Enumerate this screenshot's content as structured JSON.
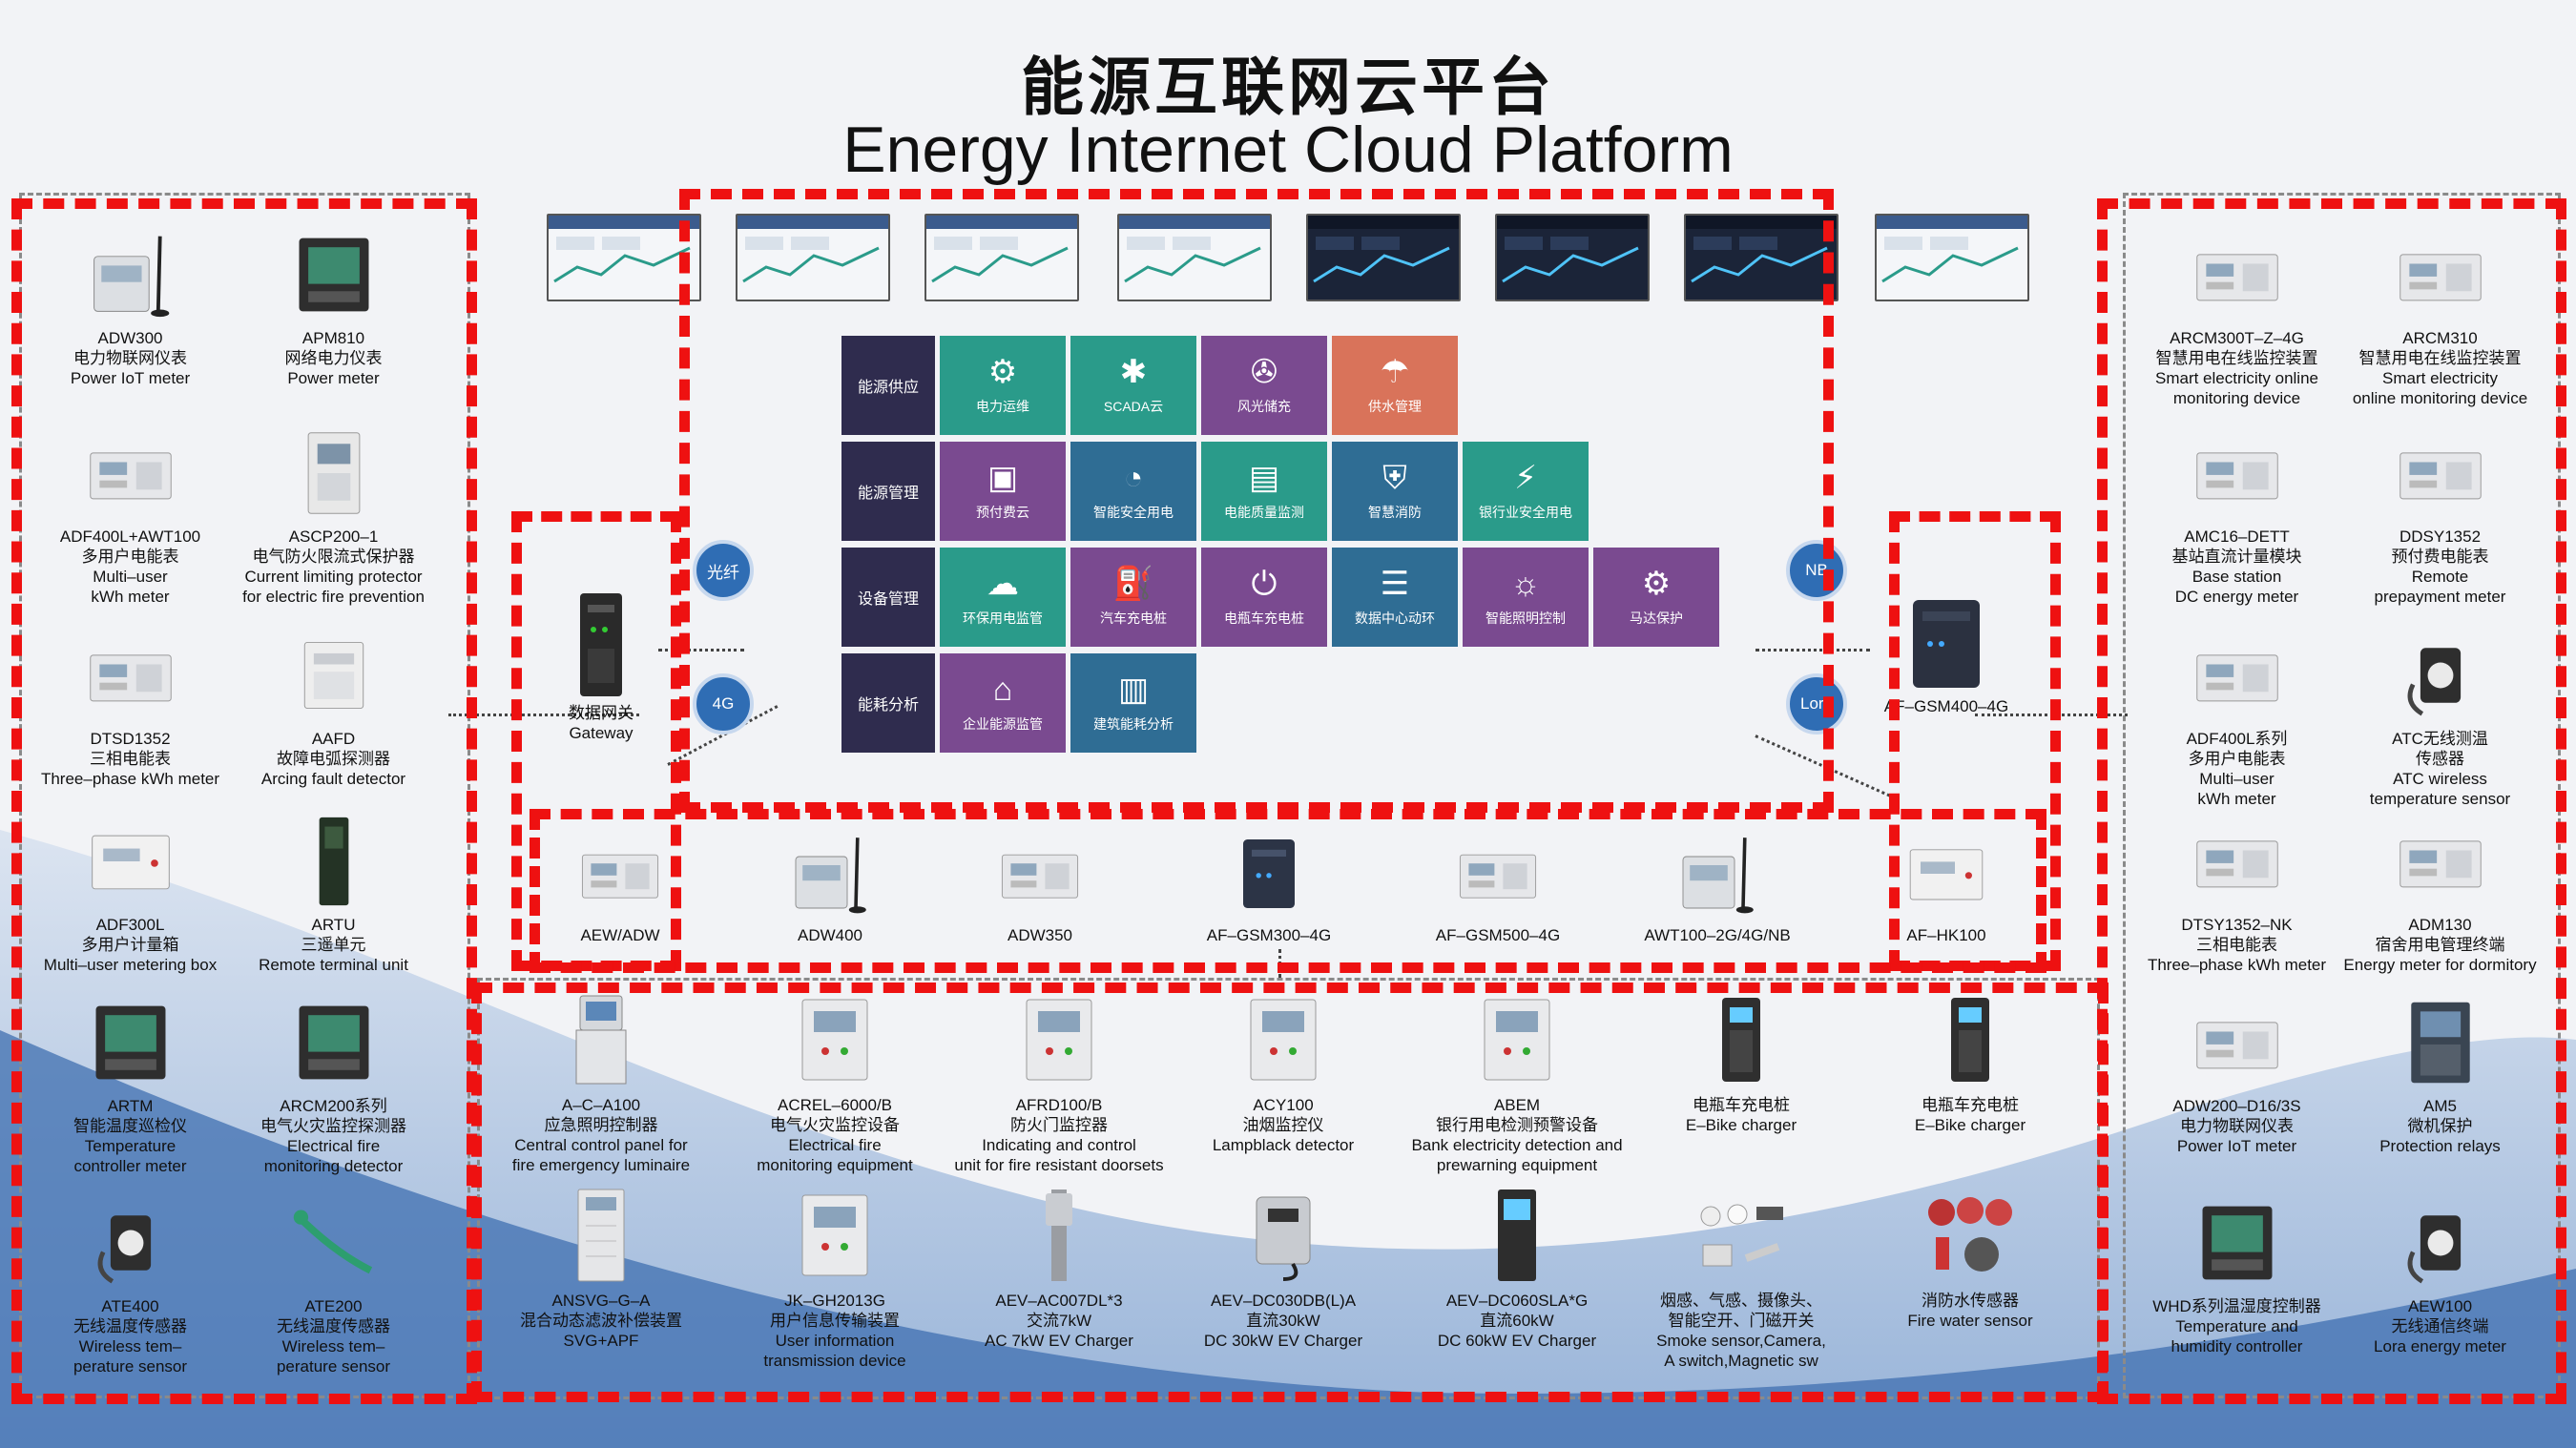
{
  "title": {
    "cn": "能源互联网云平台",
    "en": "Energy Internet Cloud Platform"
  },
  "colors": {
    "red_dash": "#ee1111",
    "tile_teal": "#2a9b8a",
    "tile_purple": "#7a4a90",
    "tile_blue": "#2f6d94",
    "tile_orange": "#d9735a",
    "row_label": "#2f2c4e",
    "circle_blue": "#2f6db4"
  },
  "left_devices": [
    {
      "model": "ADW300",
      "cn": "电力物联网仪表",
      "en": "Power IoT meter",
      "icon": "meter-antenna-icon"
    },
    {
      "model": "APM810",
      "cn": "网络电力仪表",
      "en": "Power meter",
      "icon": "panel-meter-icon"
    },
    {
      "model": "ADF400L+AWT100",
      "cn": "多用户电能表",
      "en": "Multi–user\nkWh meter",
      "icon": "din-meter-icon"
    },
    {
      "model": "ASCP200–1",
      "cn": "电气防火限流式保护器",
      "en": "Current limiting protector\nfor electric fire prevention",
      "icon": "protector-icon"
    },
    {
      "model": "DTSD1352",
      "cn": "三相电能表",
      "en": "Three–phase kWh meter",
      "icon": "din-meter-icon"
    },
    {
      "model": "AAFD",
      "cn": "故障电弧探测器",
      "en": "Arcing fault detector",
      "icon": "detector-icon"
    },
    {
      "model": "ADF300L",
      "cn": "多用户计量箱",
      "en": "Multi–user metering box",
      "icon": "box-icon"
    },
    {
      "model": "ARTU",
      "cn": "三遥单元",
      "en": "Remote terminal unit",
      "icon": "rtu-icon"
    },
    {
      "model": "ARTM",
      "cn": "智能温度巡检仪",
      "en": "Temperature\ncontroller meter",
      "icon": "panel-meter-icon"
    },
    {
      "model": "ARCM200系列",
      "cn": "电气火灾监控探测器",
      "en": "Electrical fire\nmonitoring detector",
      "icon": "panel-meter-icon"
    },
    {
      "model": "ATE400",
      "cn": "无线温度传感器",
      "en": "Wireless tem–\nperature sensor",
      "icon": "sensor-icon"
    },
    {
      "model": "ATE200",
      "cn": "无线温度传感器",
      "en": "Wireless tem–\nperature sensor",
      "icon": "sensor-strap-icon"
    }
  ],
  "right_devices": [
    {
      "model": "ARCM300T–Z–4G",
      "cn": "智慧用电在线监控装置",
      "en": "Smart electricity online\nmonitoring device",
      "icon": "din-meter-icon"
    },
    {
      "model": "ARCM310",
      "cn": "智慧用电在线监控装置",
      "en": "Smart electricity\nonline monitoring device",
      "icon": "din-meter-icon"
    },
    {
      "model": "AMC16–DETT",
      "cn": "基站直流计量模块",
      "en": "Base station\nDC energy meter",
      "icon": "din-meter-icon"
    },
    {
      "model": "DDSY1352",
      "cn": "预付费电能表",
      "en": "Remote\nprepayment meter",
      "icon": "din-meter-icon"
    },
    {
      "model": "ADF400L系列",
      "cn": "多用户电能表",
      "en": "Multi–user\nkWh meter",
      "icon": "din-meter-icon"
    },
    {
      "model": "ATC无线测温",
      "cn": "传感器",
      "en": "ATC wireless\ntemperature sensor",
      "icon": "sensor-icon"
    },
    {
      "model": "DTSY1352–NK",
      "cn": "三相电能表",
      "en": "Three–phase kWh meter",
      "icon": "din-meter-icon"
    },
    {
      "model": "ADM130",
      "cn": "宿舍用电管理终端",
      "en": "Energy meter for dormitory",
      "icon": "din-meter-icon"
    },
    {
      "model": "ADW200–D16/3S",
      "cn": "电力物联网仪表",
      "en": "Power IoT meter",
      "icon": "din-meter-icon"
    },
    {
      "model": "AM5",
      "cn": "微机保护",
      "en": "Protection relays",
      "icon": "relay-icon"
    },
    {
      "model": "WHD系列温湿度控制器",
      "cn": "",
      "en": "Temperature and\nhumidity controller",
      "icon": "panel-meter-icon"
    },
    {
      "model": "AEW100",
      "cn": "无线通信终端",
      "en": "Lora energy meter",
      "icon": "sensor-icon"
    }
  ],
  "gateways": [
    {
      "cn": "数据网关",
      "en": "Gateway",
      "icon": "gateway-icon"
    },
    {
      "label": "AF–GSM400–4G",
      "icon": "gateway-icon"
    }
  ],
  "links": [
    "光纤",
    "4G",
    "NB",
    "Lora"
  ],
  "tiles": {
    "rows": [
      {
        "label": "能源供应",
        "tiles": [
          {
            "label": "电力运维",
            "icon": "gear-person-icon",
            "color": "teal"
          },
          {
            "label": "SCADA云",
            "icon": "snowflake-icon",
            "color": "teal"
          },
          {
            "label": "风光储充",
            "icon": "windmill-icon",
            "color": "purple"
          },
          {
            "label": "供水管理",
            "icon": "water-icon",
            "color": "orange"
          }
        ]
      },
      {
        "label": "能源管理",
        "tiles": [
          {
            "label": "预付费云",
            "icon": "wallet-icon",
            "color": "purple"
          },
          {
            "label": "智能安全用电",
            "icon": "gauge-icon",
            "color": "blue"
          },
          {
            "label": "电能质量监测",
            "icon": "monitor-chart-icon",
            "color": "teal"
          },
          {
            "label": "智慧消防",
            "icon": "shield-icon",
            "color": "blue"
          },
          {
            "label": "银行业安全用电",
            "icon": "bolt-circle-icon",
            "color": "teal"
          }
        ]
      },
      {
        "label": "设备管理",
        "tiles": [
          {
            "label": "环保用电监管",
            "icon": "leaf-cloud-icon",
            "color": "teal"
          },
          {
            "label": "汽车充电桩",
            "icon": "charger-icon",
            "color": "purple"
          },
          {
            "label": "电瓶车充电桩",
            "icon": "plug-icon",
            "color": "purple"
          },
          {
            "label": "数据中心动环",
            "icon": "database-icon",
            "color": "blue"
          },
          {
            "label": "智能照明控制",
            "icon": "bulb-icon",
            "color": "purple"
          },
          {
            "label": "马达保护",
            "icon": "motor-icon",
            "color": "purple"
          }
        ]
      },
      {
        "label": "能耗分析",
        "tiles": [
          {
            "label": "企业能源监管",
            "icon": "factory-icon",
            "color": "purple"
          },
          {
            "label": "建筑能耗分析",
            "icon": "building-icon",
            "color": "blue"
          }
        ]
      }
    ]
  },
  "middle_devices": [
    {
      "label": "AEW/ADW",
      "icon": "din-meter-icon"
    },
    {
      "label": "ADW400",
      "icon": "meter-antenna-icon"
    },
    {
      "label": "ADW350",
      "icon": "din-meter-icon"
    },
    {
      "label": "AF–GSM300–4G",
      "icon": "gateway-icon"
    },
    {
      "label": "AF–GSM500–4G",
      "icon": "din-meter-icon"
    },
    {
      "label": "AWT100–2G/4G/NB",
      "icon": "meter-antenna-icon"
    },
    {
      "label": "AF–HK100",
      "icon": "box-icon"
    }
  ],
  "bottom_row1": [
    {
      "model": "A–C–A100",
      "cn": "应急照明控制器",
      "en": "Central control panel for\nfire emergency luminaire",
      "icon": "console-icon"
    },
    {
      "model": "ACREL–6000/B",
      "cn": "电气火灾监控设备",
      "en": "Electrical fire\nmonitoring equipment",
      "icon": "cabinet-icon"
    },
    {
      "model": "AFRD100/B",
      "cn": "防火门监控器",
      "en": "Indicating and control\nunit for fire resistant doorsets",
      "icon": "cabinet-icon"
    },
    {
      "model": "ACY100",
      "cn": "油烟监控仪",
      "en": "Lampblack detector",
      "icon": "cabinet-icon"
    },
    {
      "model": "ABEM",
      "cn": "银行用电检测预警设备",
      "en": "Bank electricity detection and\nprewarning equipment",
      "icon": "cabinet-icon"
    },
    {
      "model": "",
      "cn": "电瓶车充电桩",
      "en": "E–Bike charger",
      "icon": "charger-icon"
    },
    {
      "model": "",
      "cn": "电瓶车充电桩",
      "en": "E–Bike charger",
      "icon": "charger-icon"
    }
  ],
  "bottom_row2": [
    {
      "model": "ANSVG–G–A",
      "cn": "混合动态滤波补偿装置",
      "en": "SVG+APF",
      "icon": "tall-cabinet-icon"
    },
    {
      "model": "JK–GH2013G",
      "cn": "用户信息传输装置",
      "en": "User information\ntransmission device",
      "icon": "cabinet-icon"
    },
    {
      "model": "AEV–AC007DL*3",
      "cn": "交流7kW",
      "en": "AC 7kW EV Charger",
      "icon": "ev-post-icon"
    },
    {
      "model": "AEV–DC030DB(L)A",
      "cn": "直流30kW",
      "en": "DC 30kW EV Charger",
      "icon": "ev-wall-icon"
    },
    {
      "model": "AEV–DC060SLA*G",
      "cn": "直流60kW",
      "en": "DC 60kW EV Charger",
      "icon": "ev-tower-icon"
    },
    {
      "model": "烟感、气感、摄像头、",
      "cn": "智能空开、门磁开关",
      "en": "Smoke sensor,Camera,\nA switch,Magnetic sw",
      "icon": "sensor-group-icon"
    },
    {
      "model": "",
      "cn": "消防水传感器",
      "en": "Fire water sensor",
      "icon": "gauge-group-icon"
    }
  ]
}
